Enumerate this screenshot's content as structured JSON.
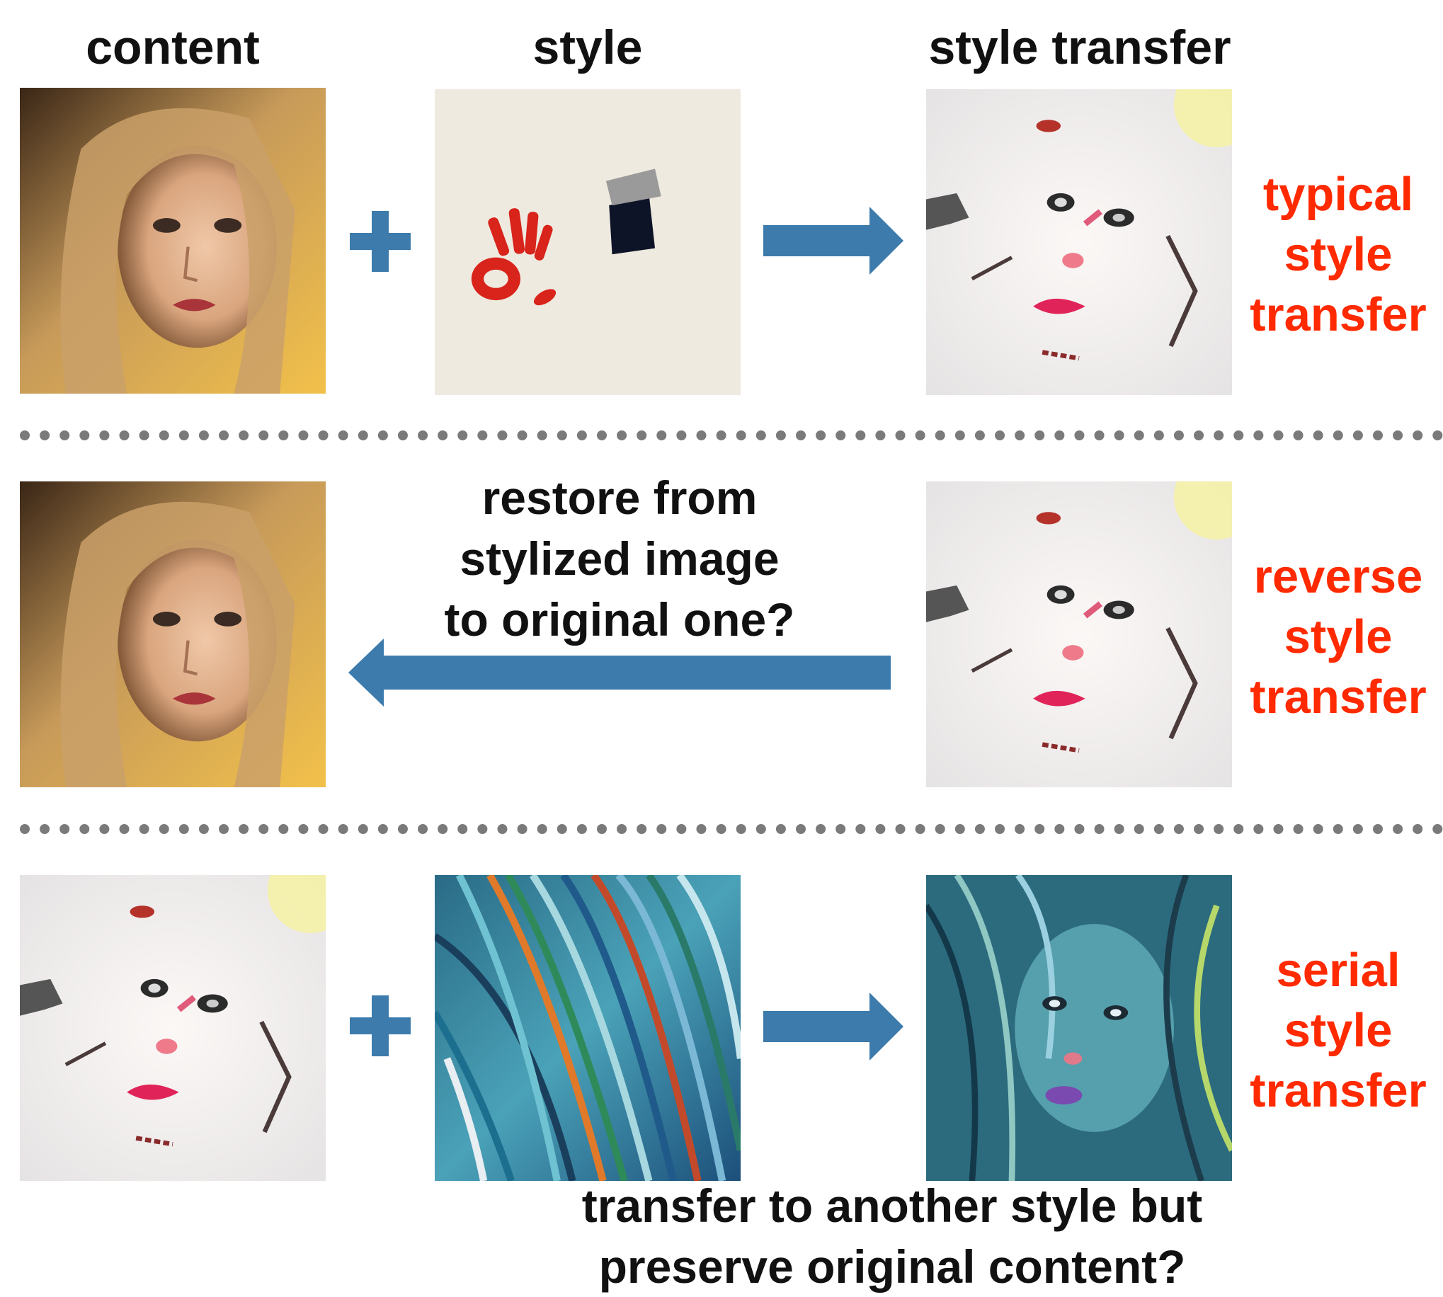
{
  "columns": {
    "content": "content",
    "style": "style",
    "style_transfer": "style transfer"
  },
  "rows": [
    {
      "label": "typical style transfer",
      "lines": [
        "typical",
        "style",
        "transfer"
      ]
    },
    {
      "label": "reverse style transfer",
      "lines": [
        "reverse",
        "style",
        "transfer"
      ],
      "question": [
        "restore from",
        "stylized image",
        "to original one?"
      ]
    },
    {
      "label": "serial style transfer",
      "lines": [
        "serial",
        "style",
        "transfer"
      ],
      "question": [
        "transfer to another style but",
        "preserve original content?"
      ]
    }
  ],
  "colors": {
    "label_red": "#ff2a00",
    "arrow_blue": "#3c7bac",
    "divider_gray": "#7a7a7a"
  },
  "icons": {
    "plus": "plus-icon",
    "arrow_right": "arrow-right-icon",
    "arrow_left": "arrow-left-icon"
  }
}
